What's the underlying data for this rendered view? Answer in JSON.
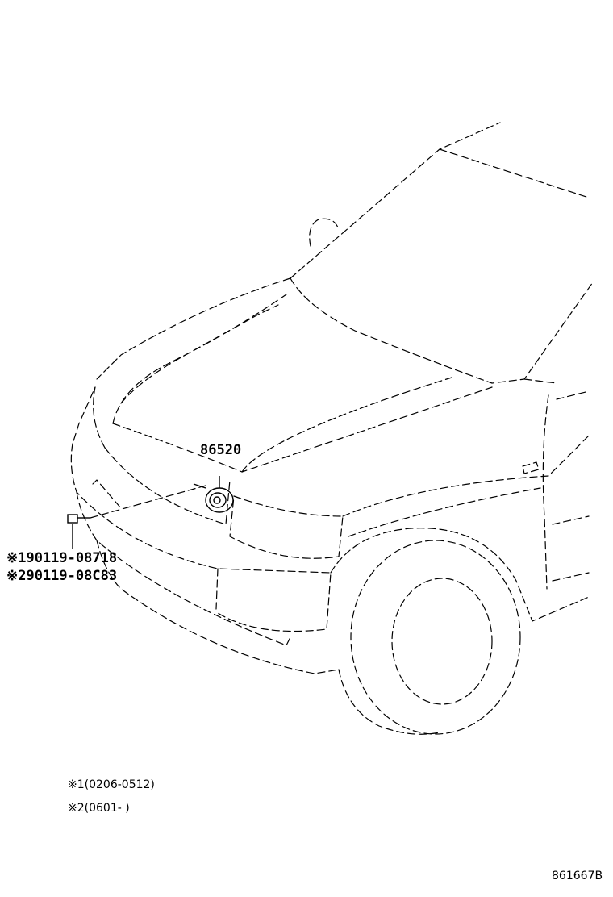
{
  "callouts": {
    "horn": "86520",
    "bolt_1": "※190119-08718",
    "bolt_2": "※290119-08C83"
  },
  "notes": {
    "note_1": "※1(0206-0512)",
    "note_2": "※2(0601-     )"
  },
  "diagram_code": "861667B"
}
